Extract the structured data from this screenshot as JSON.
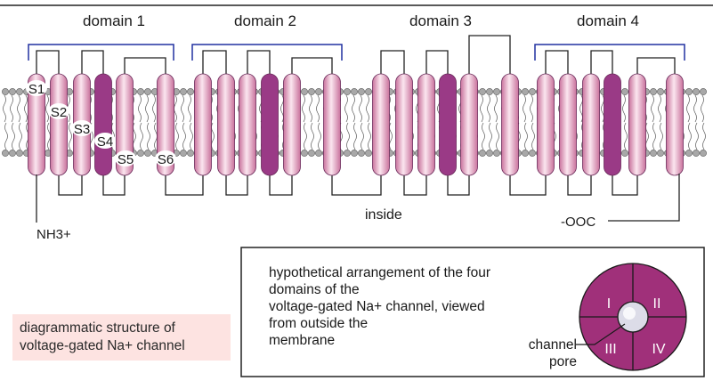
{
  "domain_labels": [
    "domain 1",
    "domain 2",
    "domain 3",
    "domain 4"
  ],
  "segment_labels": [
    "S1",
    "S2",
    "S3",
    "S4",
    "S5",
    "S6"
  ],
  "terminal_n": "NH3+",
  "terminal_c": "-OOC",
  "inside_label": "inside",
  "caption": {
    "line1": "diagrammatic structure of",
    "line2": "voltage-gated Na+ channel"
  },
  "box": {
    "line1": "hypothetical arrangement  of the four",
    "line2": "domains of the",
    "line3": "voltage-gated Na+ channel,  viewed",
    "line4": "from outside the",
    "line5": "membrane"
  },
  "pore": {
    "quadrants": [
      "I",
      "II",
      "III",
      "IV"
    ],
    "label_line1": "channel",
    "label_line2": "pore"
  },
  "colors": {
    "helix_light": "#e8a7c4",
    "helix_highlight": "#fbe6ef",
    "helix_dark": "#9a3a86",
    "bracket": "#2030a0",
    "pore_fill": "#a0307a",
    "caption_bg": "#fde3e1"
  }
}
